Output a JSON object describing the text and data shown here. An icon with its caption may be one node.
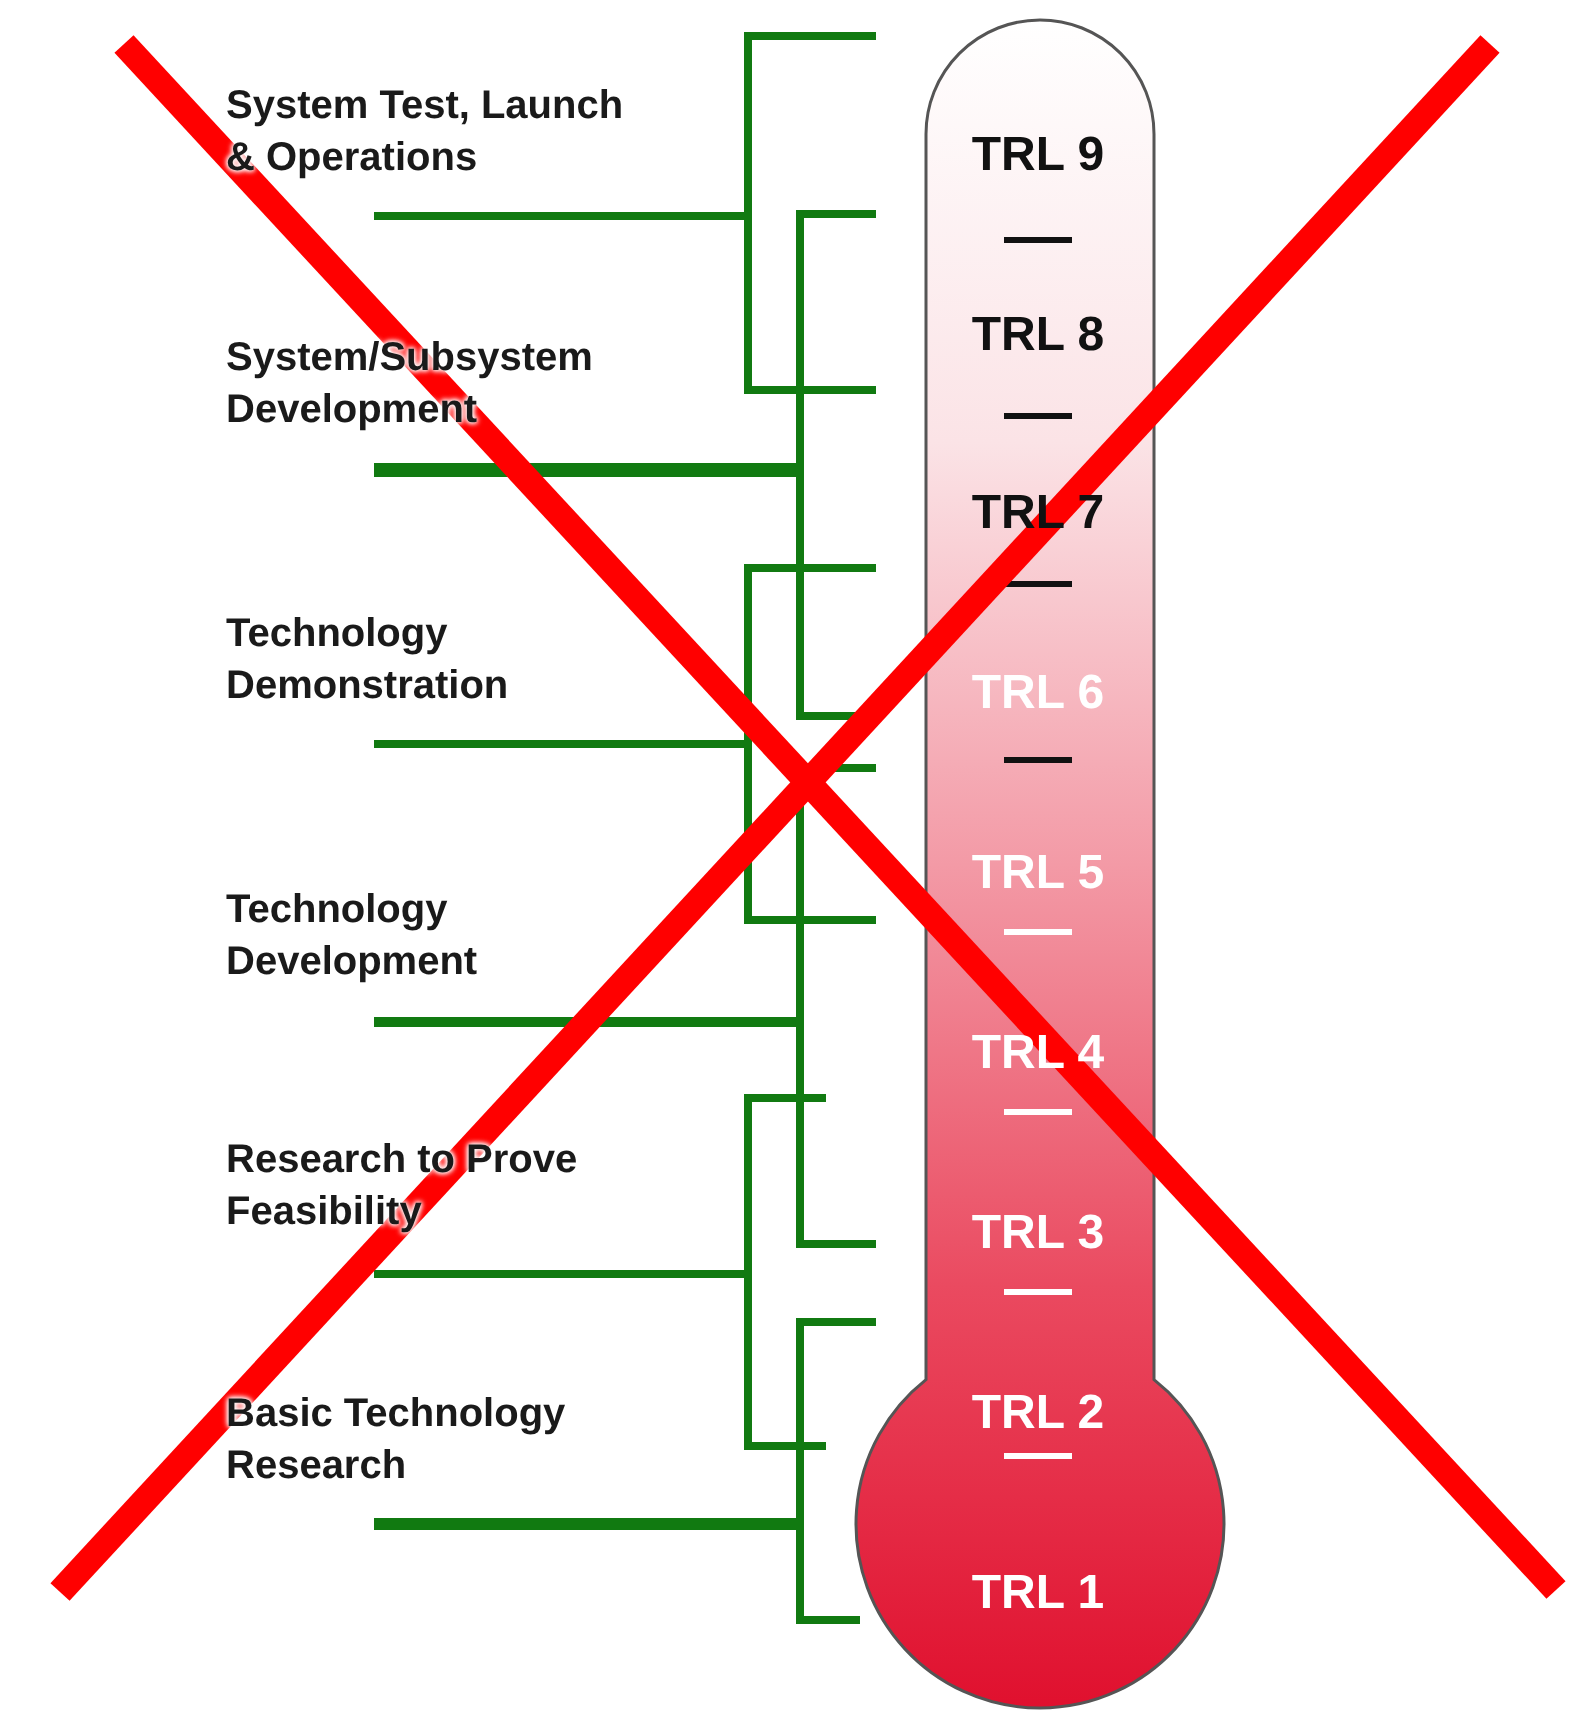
{
  "diagram": {
    "nodes": [
      {
        "text": [
          "TRL 9",
          "TRL 8",
          "TRL 7",
          "TRL 6",
          "TRL 5",
          "TRL 4",
          "TRL 3",
          "TRL 2",
          "TRL 1"
        ]
      }
    ],
    "labels": [
      "System Test, Launch & Operations",
      "System/Subsystem Development",
      "Technology Demonstration",
      "Technology Development",
      "Research to Prove Feasibility",
      "Basic Technology Research"
    ]
  }
}
